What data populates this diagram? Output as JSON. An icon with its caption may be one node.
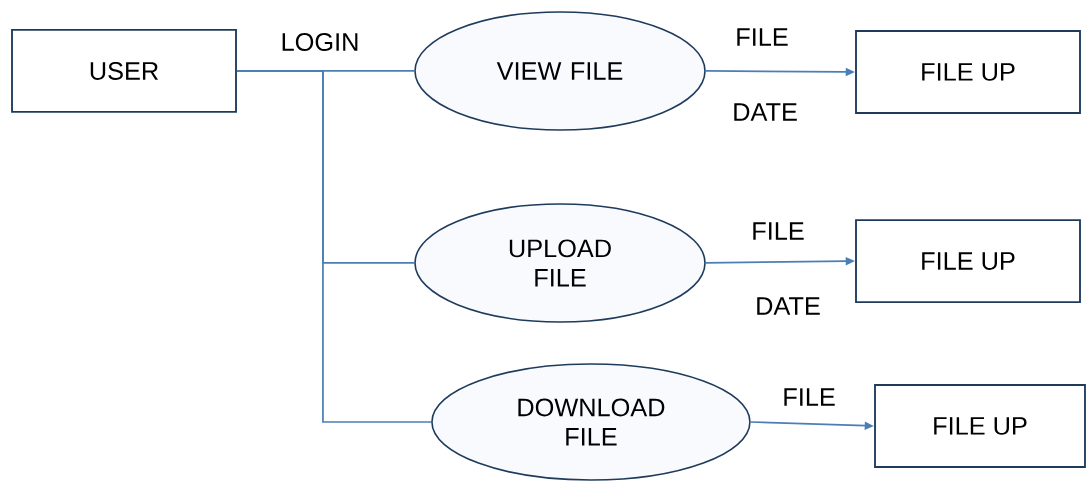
{
  "diagram": {
    "nodes": [
      {
        "text": [
          "USER"
        ]
      },
      {
        "text": [
          "VIEW FILE"
        ]
      },
      {
        "text": [
          "FILE UP"
        ]
      },
      {
        "text": [
          "UPLOAD FILE"
        ]
      },
      {
        "text": [
          "FILE UP"
        ]
      },
      {
        "text": [
          "DOWNLOAD FILE"
        ]
      },
      {
        "text": [
          "FILE UP"
        ]
      }
    ],
    "edges": [
      {
        "from": 0,
        "to": 1,
        "arrow": "none",
        "label": "LOGIN"
      },
      {
        "from": 0,
        "to": 3,
        "arrow": "none"
      },
      {
        "from": 0,
        "to": 5,
        "arrow": "none"
      },
      {
        "from": 1,
        "to": 2,
        "arrow": "to",
        "label": "FILE"
      },
      {
        "from": 3,
        "to": 4,
        "arrow": "to",
        "label": "FILE"
      },
      {
        "from": 5,
        "to": 6,
        "arrow": "to",
        "label": "FILE"
      }
    ],
    "labels": [
      "DATE",
      "DATE"
    ]
  }
}
